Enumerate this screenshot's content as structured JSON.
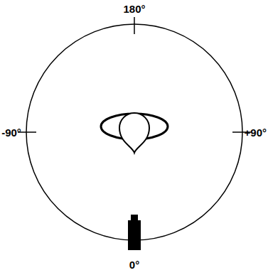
{
  "diagram": {
    "labels": [
      "180°",
      "-90°",
      "+90°",
      "0°"
    ]
  }
}
